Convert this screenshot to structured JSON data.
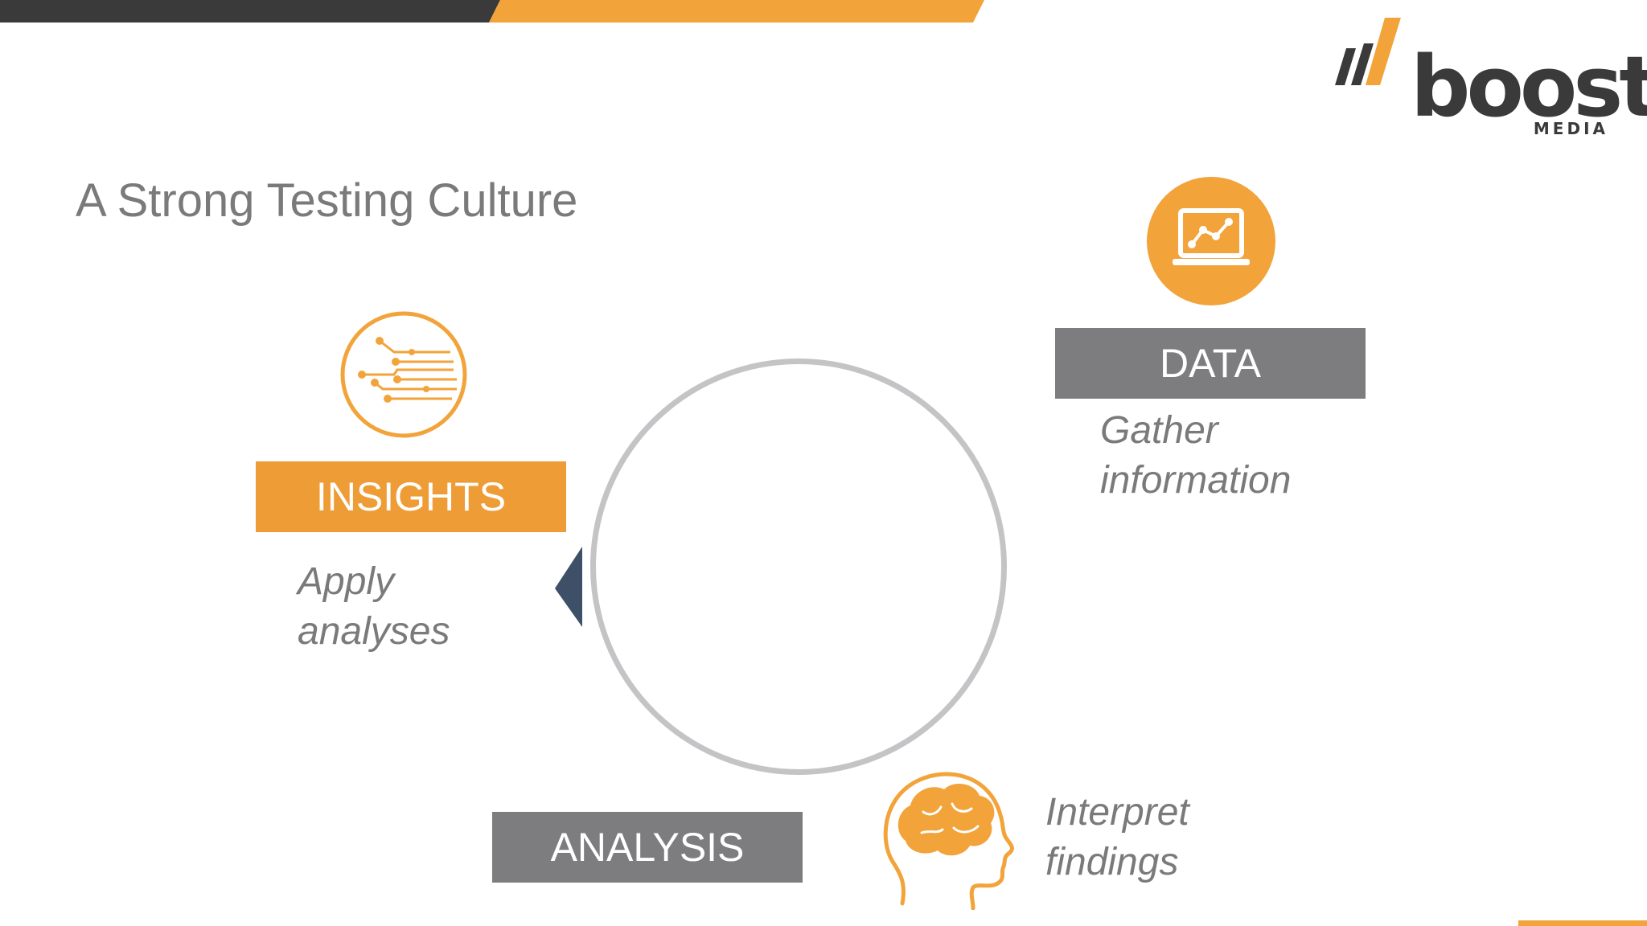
{
  "slide": {
    "title": "A Strong Testing Culture"
  },
  "logo": {
    "word": "boost",
    "sub": "MEDIA"
  },
  "stages": [
    {
      "label": "DATA",
      "caption_line1": "Gather",
      "caption_line2": "information",
      "icon": "laptop-chart-icon"
    },
    {
      "label": "ANALYSIS",
      "caption_line1": "Interpret",
      "caption_line2": "findings",
      "icon": "brain-head-icon"
    },
    {
      "label": "INSIGHTS",
      "caption_line1": "Apply",
      "caption_line2": "analyses",
      "icon": "circuit-icon"
    }
  ],
  "colors": {
    "accent": "#f2a33a",
    "insights_box": "#ee9c36",
    "dark": "#3a3a3a",
    "gray_box": "#7d7c7f",
    "text_gray": "#7a7a7a",
    "ring": "#c4c4c6",
    "arrow": "#3d5068"
  }
}
